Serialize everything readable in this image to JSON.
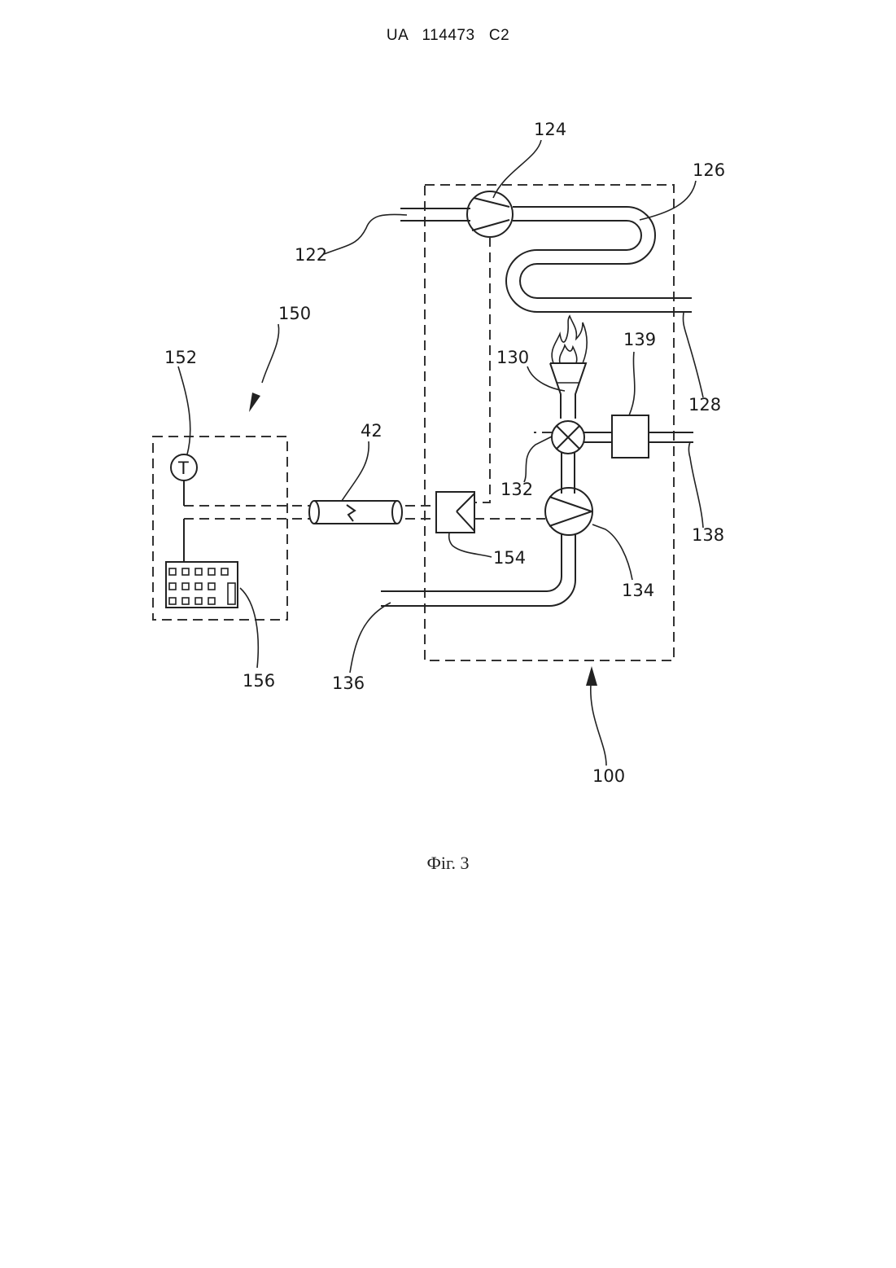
{
  "header": {
    "document_number": "UA   114473   C2"
  },
  "figure": {
    "caption": "Фіг. 3",
    "labels": {
      "l124": "124",
      "l126": "126",
      "l122": "122",
      "l150": "150",
      "l152": "152",
      "l130": "130",
      "l139": "139",
      "l128": "128",
      "l42": "42",
      "l132": "132",
      "l138": "138",
      "l154": "154",
      "l134": "134",
      "l156": "156",
      "l136": "136",
      "l100": "100",
      "t": "T"
    }
  }
}
